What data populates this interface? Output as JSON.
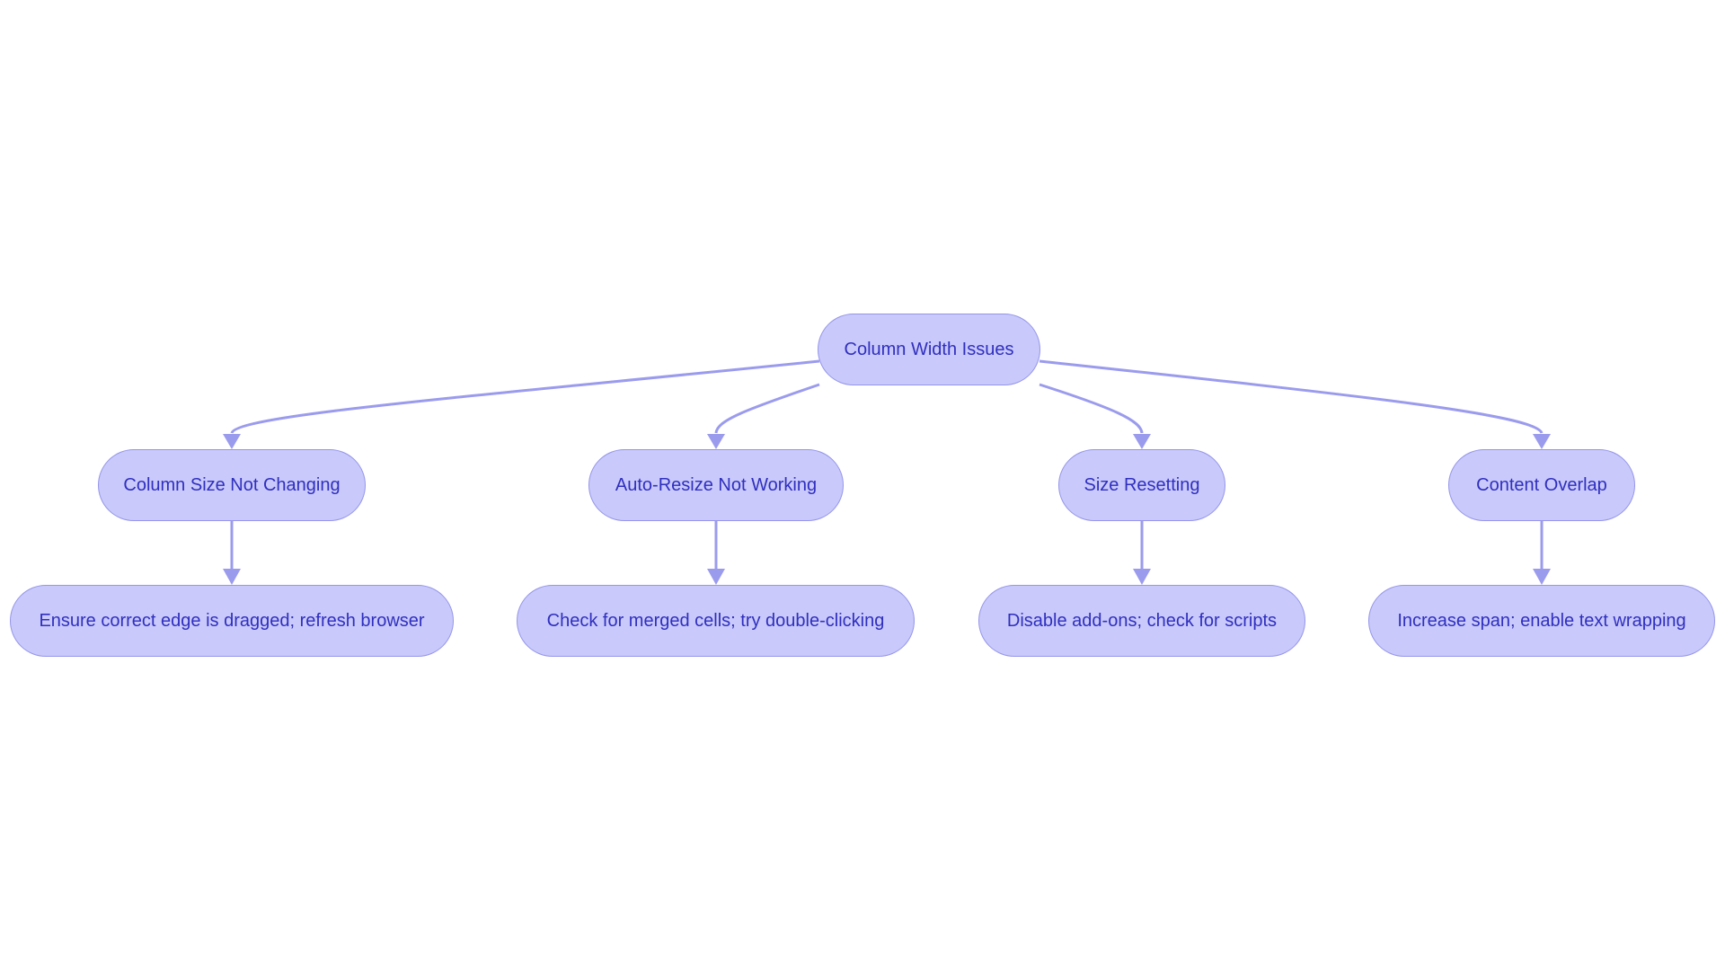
{
  "diagram": {
    "root": {
      "label": "Column Width Issues"
    },
    "issues": [
      {
        "label": "Column Size Not Changing",
        "solution": "Ensure correct edge is dragged; refresh browser"
      },
      {
        "label": "Auto-Resize Not Working",
        "solution": "Check for merged cells; try double-clicking"
      },
      {
        "label": "Size Resetting",
        "solution": "Disable add-ons; check for scripts"
      },
      {
        "label": "Content Overlap",
        "solution": "Increase span; enable text wrapping"
      }
    ]
  },
  "colors": {
    "node_fill": "#c9c9fb",
    "node_border": "#9595ea",
    "text": "#2f2fbf",
    "edge": "#9b9bee"
  }
}
